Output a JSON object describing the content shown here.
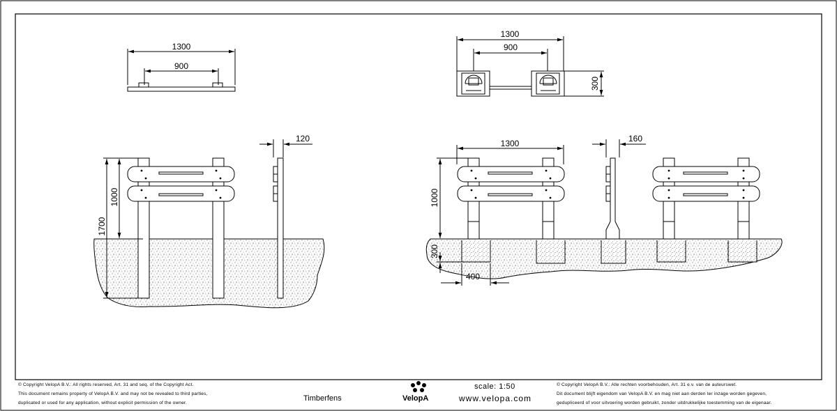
{
  "dimensions": {
    "top_left_overall": "1300",
    "top_left_inner": "900",
    "top_right_overall": "1300",
    "top_right_inner": "900",
    "top_right_height": "300",
    "left_height_above": "1000",
    "left_total_height": "1700",
    "left_side_width": "120",
    "right_width": "1300",
    "right_height_above": "1000",
    "right_side_width": "160",
    "right_foundation_depth": "300",
    "right_foundation_width": "400"
  },
  "footer": {
    "copyright_en": [
      "© Copyright VelopA B.V.: All rights reserved, Art. 31 and seq. of the Copyright Act.",
      "This document remains property of VelopA B.V. and may not be revealed to third parties,",
      "duplicated or used for any application, without explicit permission of the owner."
    ],
    "product": "Timberfens",
    "logo": "VelopA",
    "scale": "scale: 1:50",
    "website": "www.velopa.com",
    "copyright_nl": [
      "© Copyright VelopA B.V.: Alle rechten voorbehouden, Art. 31 e.v. van de auteurswet.",
      "Dit document blijft eigendom van VelopA B.V. en mag niet aan derden ter inzage worden gegeven,",
      "gedupliceerd of voor uitvoering worden gebruikt, zonder uitdrukkelijke toestemming van de eigenaar."
    ]
  }
}
